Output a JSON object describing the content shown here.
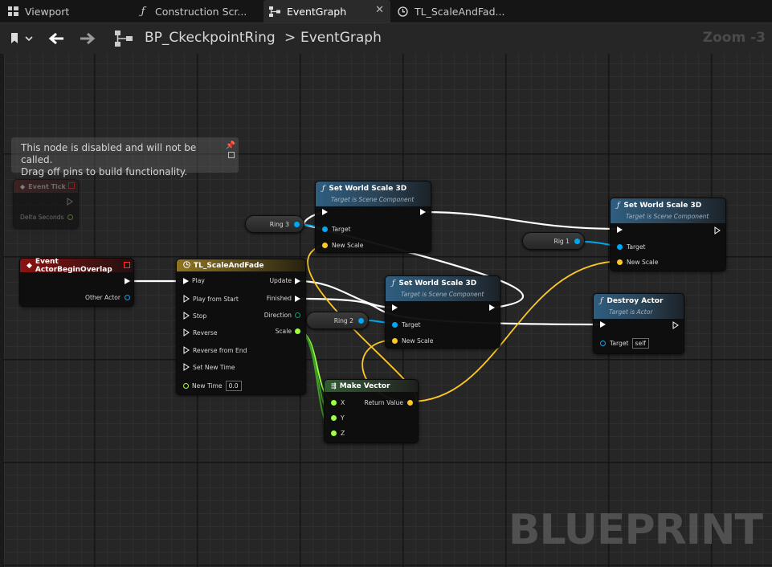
{
  "tabs": [
    {
      "label": "Viewport",
      "icon": "viewport-grid-icon"
    },
    {
      "label": "Construction Scr...",
      "icon": "function-icon"
    },
    {
      "label": "EventGraph",
      "icon": "event-graph-icon",
      "active": true
    },
    {
      "label": "TL_ScaleAndFad...",
      "icon": "timeline-clock-icon"
    }
  ],
  "breadcrumb": {
    "blueprint": "BP_CkeckpointRing",
    "separator": ">",
    "graph": "EventGraph"
  },
  "zoom": "Zoom -3",
  "tooltip": {
    "line1": "This node is disabled and will not be called.",
    "line2": "Drag off pins to build functionality."
  },
  "nodes": {
    "event_tick": {
      "title": "Event Tick",
      "pin_delta": "Delta Seconds"
    },
    "begin_overlap": {
      "title": "Event ActorBeginOverlap",
      "pin_other": "Other Actor"
    },
    "timeline": {
      "title": "TL_ScaleAndFade",
      "in_play": "Play",
      "in_play_start": "Play from Start",
      "in_stop": "Stop",
      "in_reverse": "Reverse",
      "in_reverse_end": "Reverse from End",
      "in_set_time": "Set New Time",
      "in_new_time": "New Time",
      "new_time_value": "0.0",
      "out_update": "Update",
      "out_finished": "Finished",
      "out_direction": "Direction",
      "out_scale": "Scale"
    },
    "sws_a": {
      "title": "Set World Scale 3D",
      "subtitle": "Target is Scene Component",
      "target": "Target",
      "new_scale": "New Scale"
    },
    "sws_b": {
      "title": "Set World Scale 3D",
      "subtitle": "Target is Scene Component",
      "target": "Target",
      "new_scale": "New Scale"
    },
    "sws_c": {
      "title": "Set World Scale 3D",
      "subtitle": "Target is Scene Component",
      "target": "Target",
      "new_scale": "New Scale"
    },
    "destroy": {
      "title": "Destroy Actor",
      "subtitle": "Target is Actor",
      "target": "Target",
      "target_value": "self"
    },
    "make_vector": {
      "title": "Make Vector",
      "x": "X",
      "y": "Y",
      "z": "Z",
      "ret": "Return Value"
    }
  },
  "getters": {
    "ring1": "Rig 1",
    "ring2": "Ring 2",
    "ring3": "Ring 3"
  },
  "watermark": "BLUEPRINT",
  "colors": {
    "exec": "#ffffff",
    "object": "#00a8f4",
    "vector": "#fdc726",
    "float": "#9fff44",
    "bool": "#950000"
  }
}
